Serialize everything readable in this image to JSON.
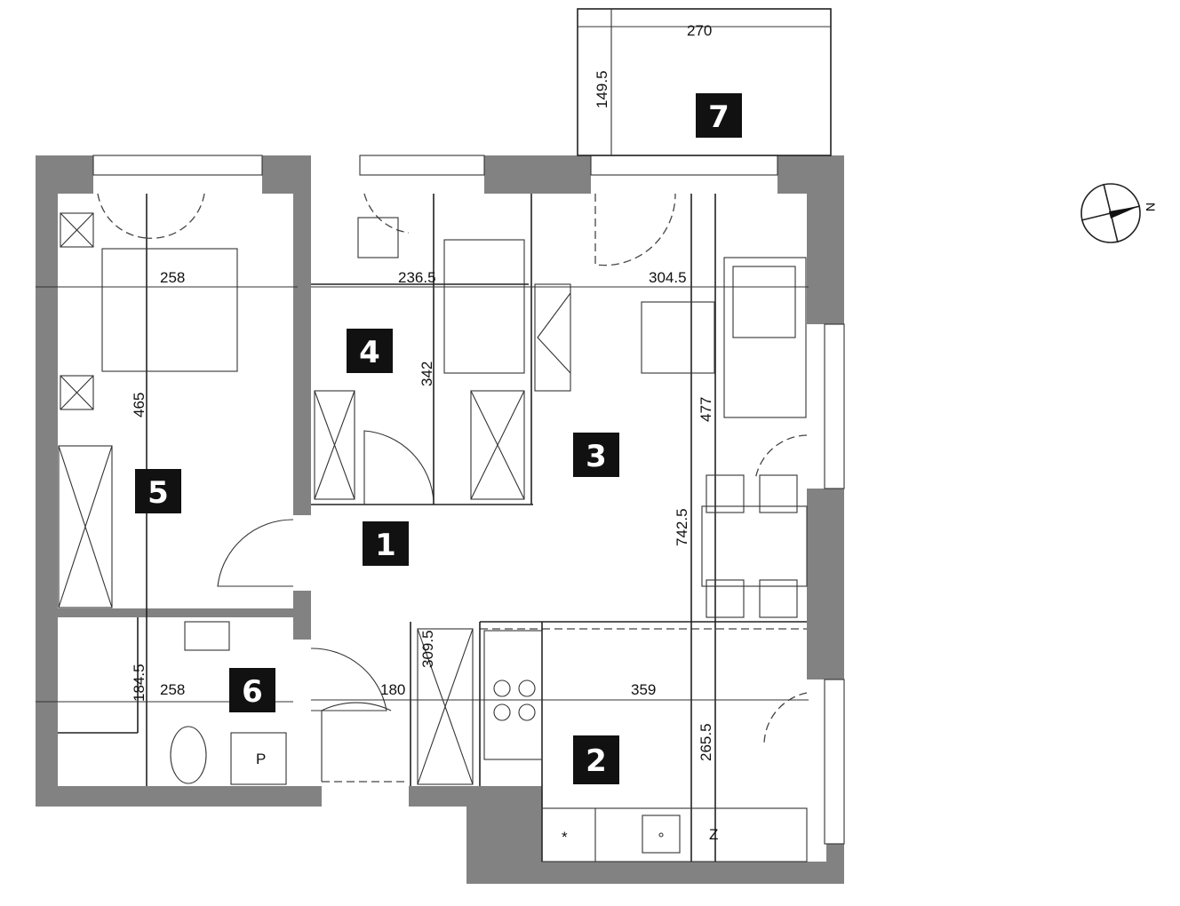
{
  "rooms": [
    "1",
    "2",
    "3",
    "4",
    "5",
    "6",
    "7"
  ],
  "dimensions": {
    "balcony_width": "270",
    "balcony_depth": "149.5",
    "room5_width": "258",
    "room5_length": "465",
    "room4_width": "236.5",
    "room4_length": "342",
    "room3_width": "304.5",
    "room3_length_a": "477",
    "room3_length_b": "742.5",
    "room6_width": "258",
    "room6_length": "184.5",
    "hall_width": "180",
    "hall_length": "309.5",
    "kitchen_width": "359",
    "kitchen_length": "265.5"
  },
  "fixtures": {
    "washer_label": "P",
    "fridge_label": "Z",
    "hob_symbol": "*"
  },
  "compass": {
    "north_label": "N"
  },
  "colors": {
    "wall": "#828282",
    "tag": "#111111"
  }
}
